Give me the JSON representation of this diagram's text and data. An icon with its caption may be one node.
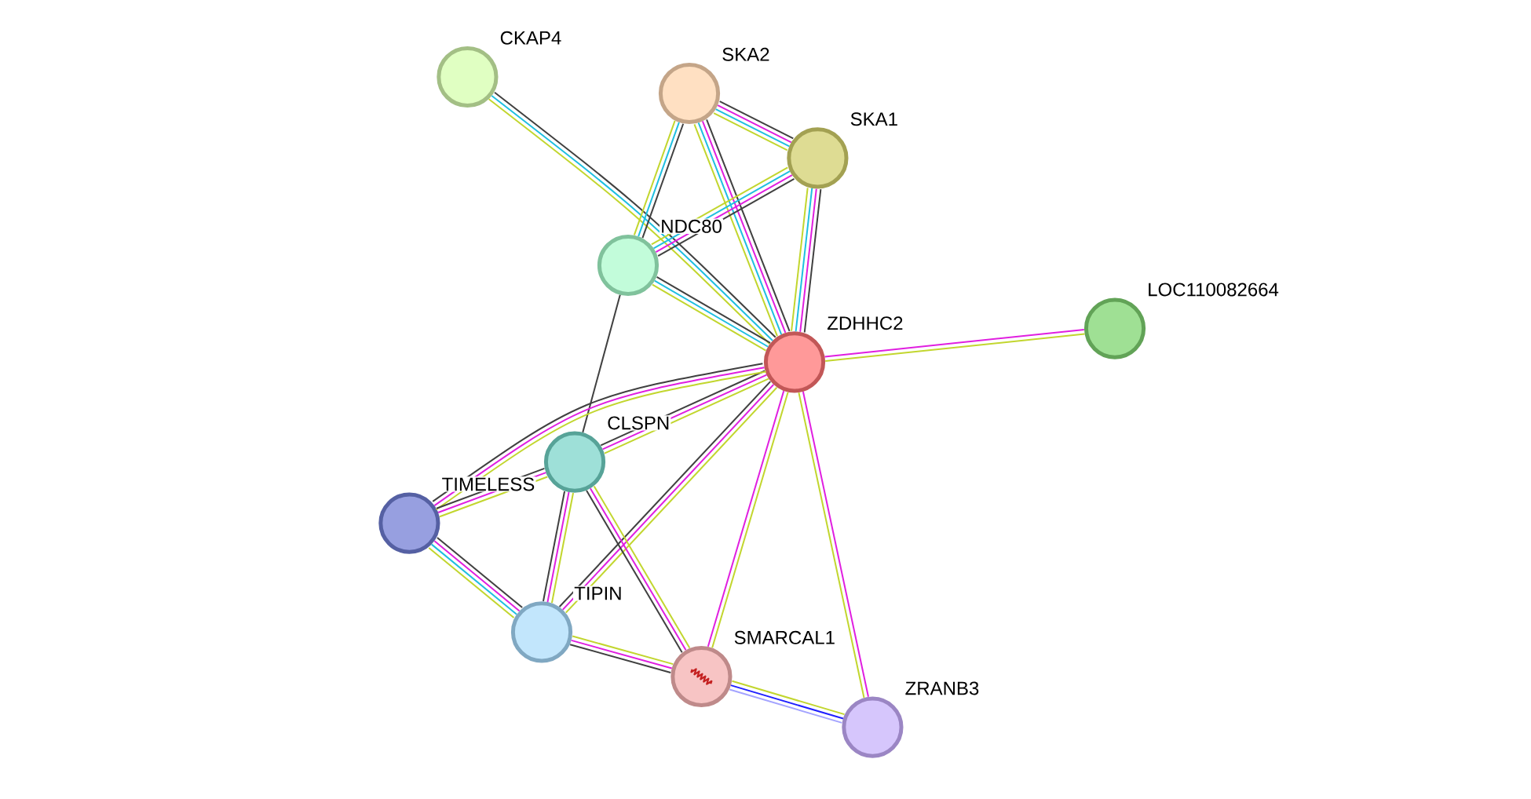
{
  "diagram": {
    "nodes": [
      {
        "text": [],
        "shape": "circle",
        "beside": [
          "CKAP4"
        ]
      },
      {
        "text": [],
        "shape": "circle",
        "beside": [
          "SKA2"
        ]
      },
      {
        "text": [],
        "shape": "circle",
        "beside": [
          "SKA1"
        ]
      },
      {
        "text": [],
        "shape": "circle",
        "beside": [
          "NDC80"
        ]
      },
      {
        "text": [],
        "shape": "circle",
        "beside": [
          "ZDHHC2"
        ]
      },
      {
        "text": [],
        "shape": "circle",
        "beside": [
          "LOC110082664"
        ]
      },
      {
        "text": [],
        "shape": "circle",
        "beside": [
          "CLSPN"
        ]
      },
      {
        "text": [],
        "shape": "circle",
        "beside": [
          "TIMELESS"
        ]
      },
      {
        "text": [],
        "shape": "circle",
        "beside": [
          "TIPIN"
        ]
      },
      {
        "text": [],
        "shape": "circle",
        "beside": [
          "SMARCAL1"
        ]
      },
      {
        "text": [],
        "shape": "circle",
        "beside": [
          "ZRANB3"
        ]
      }
    ],
    "edges": [
      {
        "from": 0,
        "to": 4,
        "arrow": "none",
        "color": "#404040"
      },
      {
        "from": 0,
        "to": 4,
        "arrow": "none",
        "color": "#1fbfe0"
      },
      {
        "from": 0,
        "to": 4,
        "arrow": "none",
        "color": "#c2d62e"
      },
      {
        "from": 1,
        "to": 2,
        "arrow": "none",
        "color": "#404040"
      },
      {
        "from": 1,
        "to": 2,
        "arrow": "none",
        "color": "#e01fe0"
      },
      {
        "from": 1,
        "to": 2,
        "arrow": "none",
        "color": "#1fbfe0"
      },
      {
        "from": 1,
        "to": 2,
        "arrow": "none",
        "color": "#c2d62e"
      },
      {
        "from": 1,
        "to": 3,
        "arrow": "none",
        "color": "#404040"
      },
      {
        "from": 1,
        "to": 3,
        "arrow": "none",
        "color": "#1fbfe0"
      },
      {
        "from": 1,
        "to": 3,
        "arrow": "none",
        "color": "#c2d62e"
      },
      {
        "from": 1,
        "to": 4,
        "arrow": "none",
        "color": "#404040"
      },
      {
        "from": 1,
        "to": 4,
        "arrow": "none",
        "color": "#e01fe0"
      },
      {
        "from": 1,
        "to": 4,
        "arrow": "none",
        "color": "#1fbfe0"
      },
      {
        "from": 1,
        "to": 4,
        "arrow": "none",
        "color": "#c2d62e"
      },
      {
        "from": 2,
        "to": 3,
        "arrow": "none",
        "color": "#404040"
      },
      {
        "from": 2,
        "to": 3,
        "arrow": "none",
        "color": "#e01fe0"
      },
      {
        "from": 2,
        "to": 3,
        "arrow": "none",
        "color": "#1fbfe0"
      },
      {
        "from": 2,
        "to": 3,
        "arrow": "none",
        "color": "#c2d62e"
      },
      {
        "from": 2,
        "to": 4,
        "arrow": "none",
        "color": "#404040"
      },
      {
        "from": 2,
        "to": 4,
        "arrow": "none",
        "color": "#e01fe0"
      },
      {
        "from": 2,
        "to": 4,
        "arrow": "none",
        "color": "#1fbfe0"
      },
      {
        "from": 2,
        "to": 4,
        "arrow": "none",
        "color": "#c2d62e"
      },
      {
        "from": 3,
        "to": 4,
        "arrow": "none",
        "color": "#404040"
      },
      {
        "from": 3,
        "to": 4,
        "arrow": "none",
        "color": "#1fbfe0"
      },
      {
        "from": 3,
        "to": 4,
        "arrow": "none",
        "color": "#c2d62e"
      },
      {
        "from": 3,
        "to": 6,
        "arrow": "none",
        "color": "#404040"
      },
      {
        "from": 4,
        "to": 5,
        "arrow": "none",
        "color": "#e01fe0"
      },
      {
        "from": 4,
        "to": 5,
        "arrow": "none",
        "color": "#c2d62e"
      },
      {
        "from": 4,
        "to": 6,
        "arrow": "none",
        "color": "#c2d62e"
      },
      {
        "from": 4,
        "to": 6,
        "arrow": "none",
        "color": "#e01fe0"
      },
      {
        "from": 4,
        "to": 6,
        "arrow": "none",
        "color": "#404040"
      },
      {
        "from": 4,
        "to": 7,
        "arrow": "none",
        "color": "#c2d62e"
      },
      {
        "from": 4,
        "to": 7,
        "arrow": "none",
        "color": "#e01fe0"
      },
      {
        "from": 4,
        "to": 7,
        "arrow": "none",
        "color": "#404040"
      },
      {
        "from": 4,
        "to": 8,
        "arrow": "none",
        "color": "#c2d62e"
      },
      {
        "from": 4,
        "to": 8,
        "arrow": "none",
        "color": "#e01fe0"
      },
      {
        "from": 4,
        "to": 8,
        "arrow": "none",
        "color": "#404040"
      },
      {
        "from": 4,
        "to": 9,
        "arrow": "none",
        "color": "#c2d62e"
      },
      {
        "from": 4,
        "to": 9,
        "arrow": "none",
        "color": "#e01fe0"
      },
      {
        "from": 4,
        "to": 10,
        "arrow": "none",
        "color": "#e01fe0"
      },
      {
        "from": 4,
        "to": 10,
        "arrow": "none",
        "color": "#c2d62e"
      },
      {
        "from": 6,
        "to": 7,
        "arrow": "none",
        "color": "#c2d62e"
      },
      {
        "from": 6,
        "to": 7,
        "arrow": "none",
        "color": "#e01fe0"
      },
      {
        "from": 6,
        "to": 7,
        "arrow": "none",
        "color": "#404040"
      },
      {
        "from": 6,
        "to": 8,
        "arrow": "none",
        "color": "#c2d62e"
      },
      {
        "from": 6,
        "to": 8,
        "arrow": "none",
        "color": "#e01fe0"
      },
      {
        "from": 6,
        "to": 8,
        "arrow": "none",
        "color": "#404040"
      },
      {
        "from": 6,
        "to": 9,
        "arrow": "none",
        "color": "#c2d62e"
      },
      {
        "from": 6,
        "to": 9,
        "arrow": "none",
        "color": "#e01fe0"
      },
      {
        "from": 6,
        "to": 9,
        "arrow": "none",
        "color": "#404040"
      },
      {
        "from": 7,
        "to": 8,
        "arrow": "none",
        "color": "#404040"
      },
      {
        "from": 7,
        "to": 8,
        "arrow": "none",
        "color": "#e01fe0"
      },
      {
        "from": 7,
        "to": 8,
        "arrow": "none",
        "color": "#1fbfe0"
      },
      {
        "from": 7,
        "to": 8,
        "arrow": "none",
        "color": "#c2d62e"
      },
      {
        "from": 8,
        "to": 9,
        "arrow": "none",
        "color": "#c2d62e"
      },
      {
        "from": 8,
        "to": 9,
        "arrow": "none",
        "color": "#e01fe0"
      },
      {
        "from": 8,
        "to": 9,
        "arrow": "none",
        "color": "#404040"
      },
      {
        "from": 9,
        "to": 10,
        "arrow": "none",
        "color": "#c2d62e"
      },
      {
        "from": 9,
        "to": 10,
        "arrow": "none",
        "color": "#2020ff"
      },
      {
        "from": 9,
        "to": 10,
        "arrow": "none",
        "color": "#a3a3ff"
      }
    ]
  }
}
